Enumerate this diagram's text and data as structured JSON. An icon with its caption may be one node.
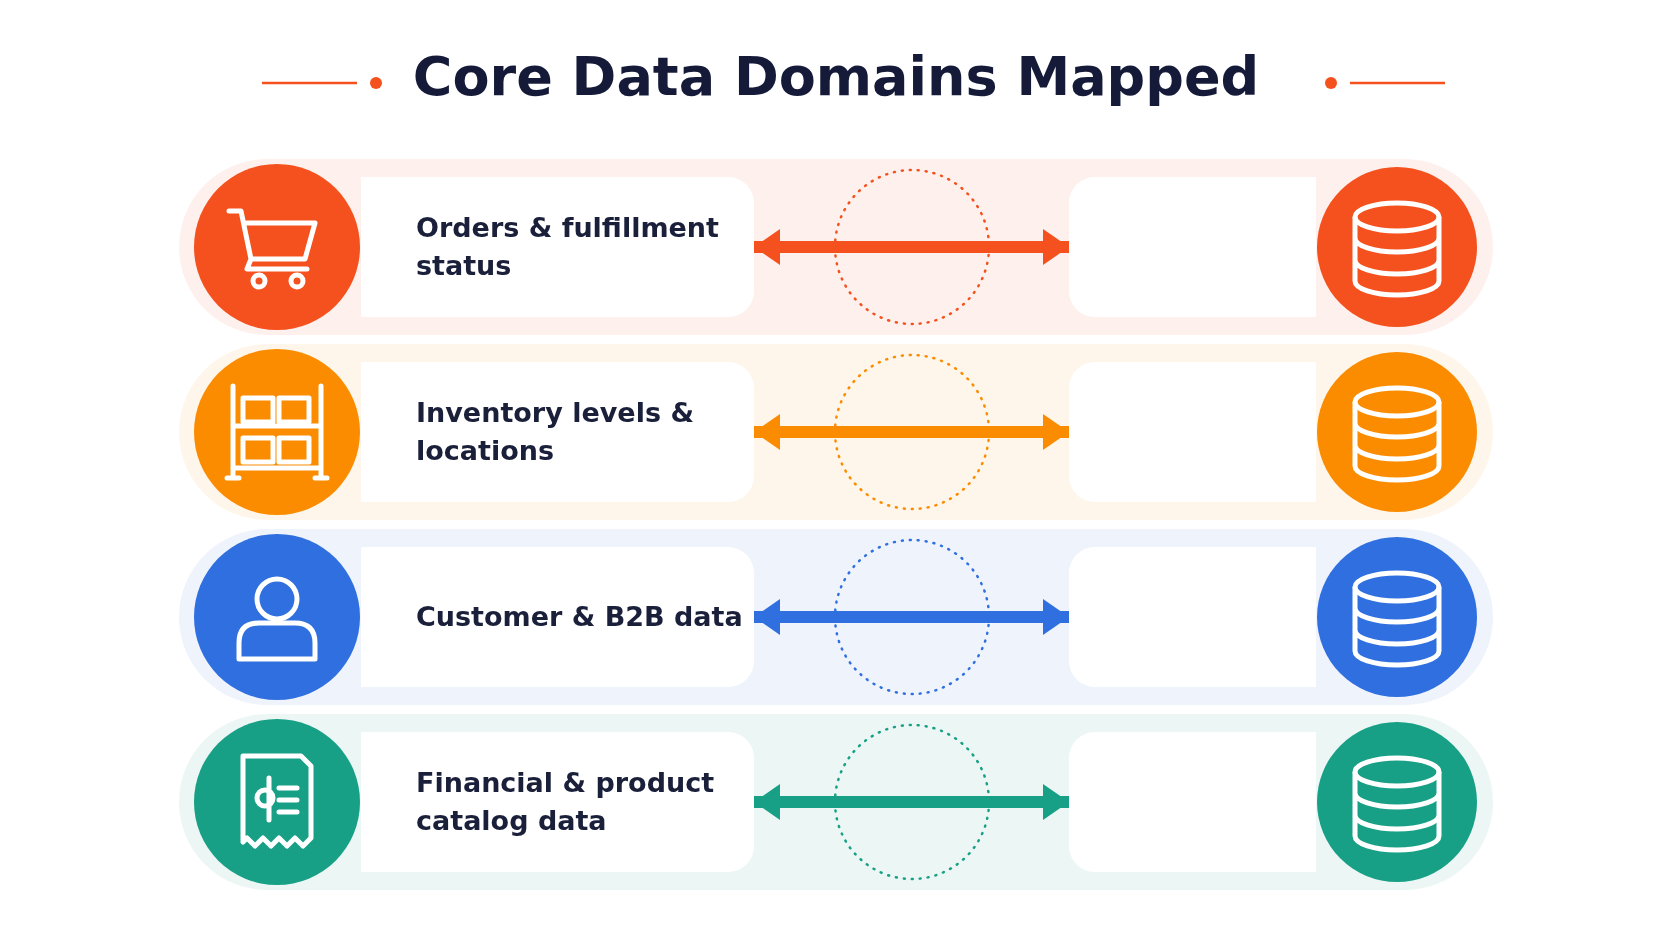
{
  "diagram": {
    "title": "Core Data Domains Mapped",
    "nodes": [
      {
        "text": [
          "Orders & fulfillment status"
        ]
      },
      {
        "text": [],
        "shape": "box"
      },
      {
        "text": [
          "Inventory levels & locations"
        ]
      },
      {
        "text": [],
        "shape": "box"
      },
      {
        "text": [
          "Customer & B2B data"
        ]
      },
      {
        "text": [],
        "shape": "box"
      },
      {
        "text": [
          "Financial & product catalog data"
        ]
      },
      {
        "text": [],
        "shape": "box"
      }
    ],
    "edges": [
      {
        "from": 0,
        "to": 1,
        "arrow": "both",
        "color": "#f4511e"
      },
      {
        "from": 2,
        "to": 3,
        "arrow": "both",
        "color": "#fb8c00"
      },
      {
        "from": 4,
        "to": 5,
        "arrow": "both",
        "color": "#2f6fdf"
      },
      {
        "from": 6,
        "to": 7,
        "arrow": "both",
        "color": "#17a085"
      }
    ]
  }
}
